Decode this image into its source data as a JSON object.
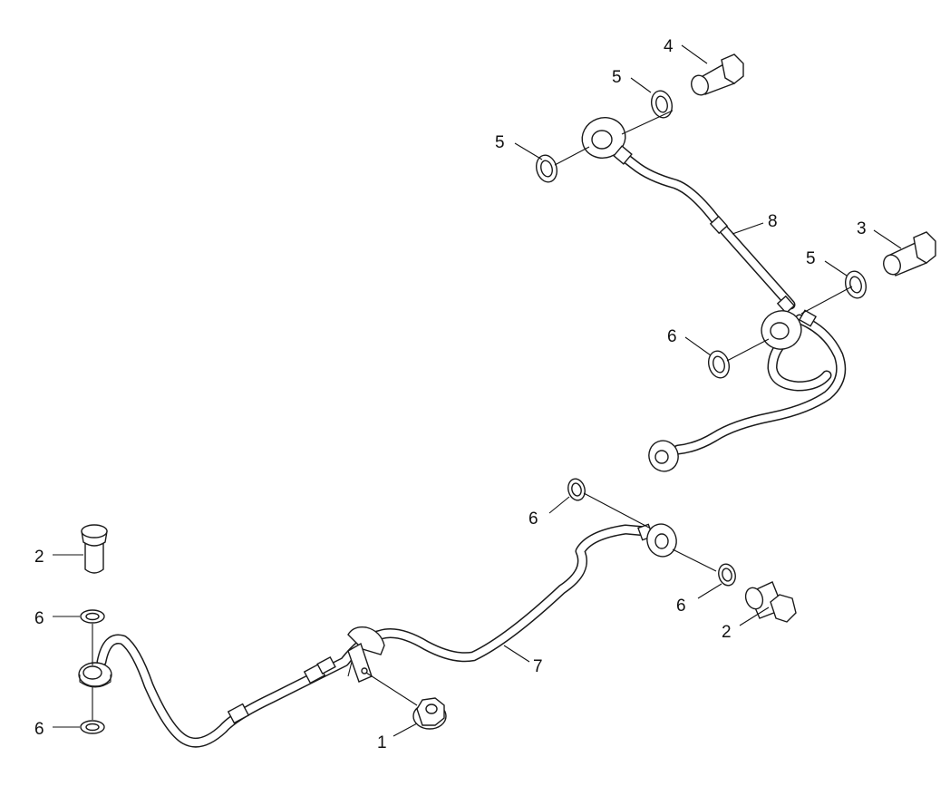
{
  "diagram": {
    "callouts": {
      "c1": "1",
      "c2a": "2",
      "c2b": "2",
      "c3": "3",
      "c4": "4",
      "c5a": "5",
      "c5b": "5",
      "c5c": "5",
      "c6a": "6",
      "c6b": "6",
      "c6c": "6",
      "c6d": "6",
      "c6e": "6",
      "c7": "7",
      "c8": "8"
    },
    "colors": {
      "line": "#1a1a1a",
      "background": "#ffffff"
    }
  }
}
